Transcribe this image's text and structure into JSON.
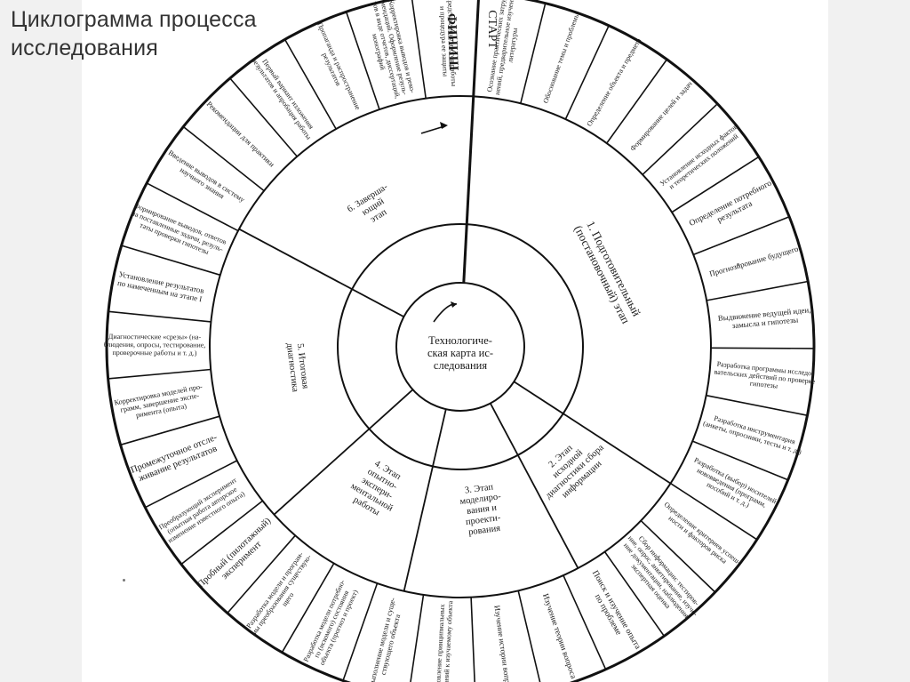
{
  "slide": {
    "title_line1": "Циклограмма процесса",
    "title_line2": "исследования"
  },
  "diagram": {
    "center_label": [
      "Технологиче-",
      "ская карта ис-",
      "следования"
    ],
    "stages": [
      {
        "label": [
          "1. Подготовительный",
          "(постановочный) этап"
        ]
      },
      {
        "label": [
          "2. Этап",
          "исходной",
          "диагностики сбора",
          "информации"
        ]
      },
      {
        "label": [
          "3. Этап",
          "моделиро-",
          "вания и",
          "проекти-",
          "рования"
        ]
      },
      {
        "label": [
          "4. Этап",
          "опытно-",
          "экспери-",
          "ментальной",
          "работы"
        ]
      },
      {
        "label": [
          "5. Итоговая",
          "диагностика"
        ]
      },
      {
        "label": [
          "6. Заверша-",
          "ющий",
          "этап"
        ]
      }
    ],
    "start_label": "СТАРТ",
    "finish_label": "ФИНИШ",
    "spokes": [
      {
        "label": [
          "Осознание практических затруд-",
          "нений, предварительное изучение",
          "литературы"
        ]
      },
      {
        "label": [
          "Обоснование темы и проблемы"
        ]
      },
      {
        "label": [
          "Определение объекта и предмета"
        ]
      },
      {
        "label": [
          "Формирование целей и задач"
        ]
      },
      {
        "label": [
          "Установление исходных фактов",
          "и теоретических положений"
        ]
      },
      {
        "label": [
          "Определение потребного",
          "результата"
        ]
      },
      {
        "label": [
          "Прогнозирование будущего"
        ]
      },
      {
        "label": [
          "Выдвижение ведущей идеи,",
          "замысла и гипотезы"
        ]
      },
      {
        "label": [
          "Разработка программы исследо-",
          "вательских действий по проверке",
          "гипотезы"
        ]
      },
      {
        "label": [
          "Разработка инструментария",
          "(анкеты, опросники, тесты и т. д.)"
        ]
      },
      {
        "label": [
          "Разработка (выбор) носителей",
          "нововведения (программ,",
          "пособий и т. д.)"
        ]
      },
      {
        "label": [
          "Определение критериев успеш-",
          "ности и факторов риска"
        ]
      },
      {
        "label": [
          "Сбор информации: тестиров-",
          "ние, опрос, анкетирование, изуче-",
          "ние документации, наблюдения,",
          "экспертная оценка"
        ]
      },
      {
        "label": [
          "Поиск и изучение опыта",
          "по проблеме"
        ]
      },
      {
        "label": [
          "Изучение теории вопроса"
        ]
      },
      {
        "label": [
          "Изучение истории вопроса"
        ]
      },
      {
        "label": [
          "Установление принципиальных",
          "требований к изучаемому объекта"
        ]
      },
      {
        "label": [
          "Выполнение модели и суще-",
          "ствующего объекта"
        ]
      },
      {
        "label": [
          "Разработка модели потребно-",
          "го (искомого) состояния",
          "объекта (прогноз и проект)"
        ]
      },
      {
        "label": [
          "Разработка модели и програм-",
          "мы преобразования существую-",
          "щего"
        ]
      },
      {
        "label": [
          "Пробный (пилотажный)",
          "эксперимент"
        ]
      },
      {
        "label": [
          "Преобразующий эксперимент",
          "(опытная работа авторское",
          "изменение известного опыта)"
        ]
      },
      {
        "label": [
          "Промежуточное отсле-",
          "живание результатов"
        ]
      },
      {
        "label": [
          "Корректировка моделей про-",
          "грамм, завершение экспе-",
          "римента (опыта)"
        ]
      },
      {
        "label": [
          "Диагностические «срезы» (на-",
          "блюдения, опросы, тестирование,",
          "проверочные работы и т. д.)"
        ]
      },
      {
        "label": [
          "Установление результатов",
          "по намеченным на этапе I"
        ]
      },
      {
        "label": [
          "Формирование выводов, ответов",
          "на поставленные задачи, резуль-",
          "таты проверки гипотезы"
        ]
      },
      {
        "label": [
          "Введение выводов в систему",
          "научного знания"
        ]
      },
      {
        "label": [
          "Рекомендации для практики"
        ]
      },
      {
        "label": [
          "Первый вариант изложения",
          "результатов и апробация работы"
        ]
      },
      {
        "label": [
          "Пропаганда и распространение",
          "результатов"
        ]
      },
      {
        "label": [
          "Корректировка выводов и реко-",
          "мендаций. Оформление резуль-",
          "тов в виде отчетов, диссертаций,",
          "монографий"
        ]
      },
      {
        "label": [
          "Представление итогов работы",
          "и процедура ее защиты"
        ]
      }
    ]
  }
}
